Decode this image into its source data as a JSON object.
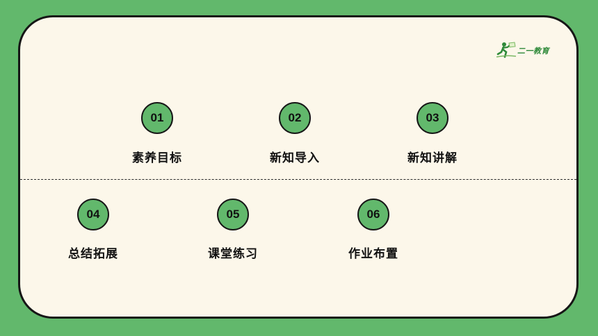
{
  "brand": {
    "logo_text": "二一教育"
  },
  "colors": {
    "background": "#62b86c",
    "card": "#fcf7ea",
    "circle": "#62b86c",
    "border": "#161616"
  },
  "menu": {
    "items": [
      {
        "number": "01",
        "label": "素养目标"
      },
      {
        "number": "02",
        "label": "新知导入"
      },
      {
        "number": "03",
        "label": "新知讲解"
      },
      {
        "number": "04",
        "label": "总结拓展"
      },
      {
        "number": "05",
        "label": "课堂练习"
      },
      {
        "number": "06",
        "label": "作业布置"
      }
    ]
  }
}
